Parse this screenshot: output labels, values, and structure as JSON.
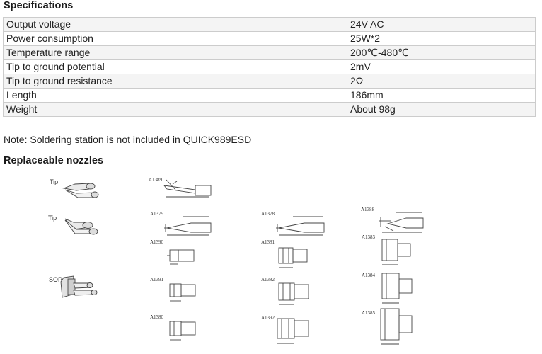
{
  "specifications": {
    "title": "Specifications",
    "rows": [
      {
        "label": "Output voltage",
        "value": "24V AC"
      },
      {
        "label": "Power consumption",
        "value": "25W*2"
      },
      {
        "label": "Temperature range",
        "value": "200℃-480℃"
      },
      {
        "label": "Tip to ground potential",
        "value": "2mV"
      },
      {
        "label": "Tip to ground resistance",
        "value": "2Ω"
      },
      {
        "label": "Length",
        "value": "186mm"
      },
      {
        "label": "Weight",
        "value": "About 98g"
      }
    ]
  },
  "note": "Note: Soldering station is not included in QUICK989ESD",
  "nozzles": {
    "title": "Replaceable nozzles",
    "side_labels": {
      "tip1": "Tip",
      "tip2": "Tip",
      "sop": "SOP"
    },
    "codes": {
      "a1389": "A1389",
      "a1379": "A1379",
      "a1378": "A1378",
      "a1388": "A1388",
      "a1390": "A1390",
      "a1381": "A1381",
      "a1383": "A1383",
      "a1391": "A1391",
      "a1382": "A1382",
      "a1384": "A1384",
      "a1380": "A1380",
      "a1392": "A1392",
      "a1385": "A1385"
    }
  }
}
